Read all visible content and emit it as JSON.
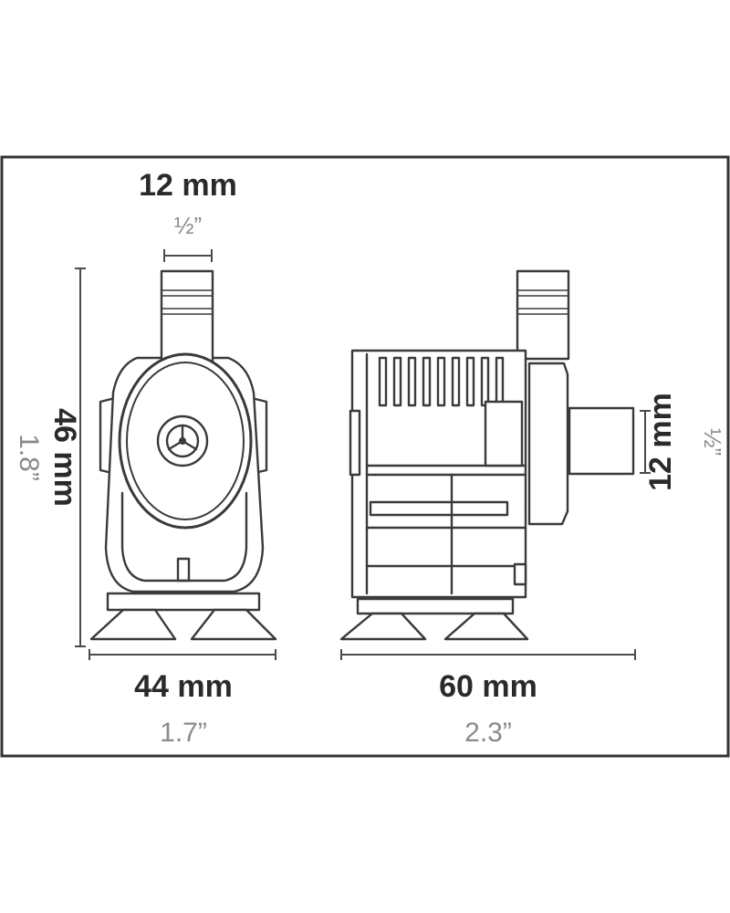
{
  "dimensions": {
    "outlet_diameter": {
      "metric": "12 mm",
      "imperial": "½”"
    },
    "height": {
      "metric": "46 mm",
      "imperial": "1.8”"
    },
    "width": {
      "metric": "44 mm",
      "imperial": "1.7”"
    },
    "length": {
      "metric": "60 mm",
      "imperial": "2.3”"
    },
    "inlet_diameter": {
      "metric": "12 mm",
      "imperial": "½”"
    }
  },
  "colors": {
    "line": "#3a3a3a",
    "metric_text": "#2a2a2a",
    "imperial_text": "#8a8a8a",
    "border": "#333333"
  }
}
